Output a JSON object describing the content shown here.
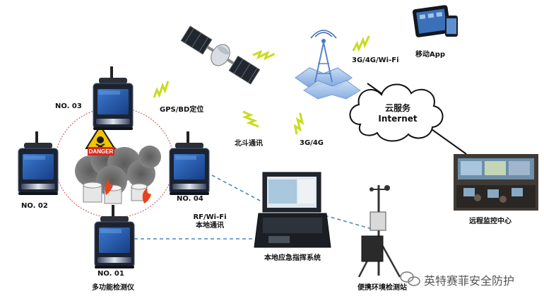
{
  "labels": {
    "gps": "GPS/BD定位",
    "mobile_net": "3G/4G/Wi-Fi",
    "mobile_app": "移动App",
    "cloud_line1": "云服务",
    "cloud_line2": "Internet",
    "beidou": "北斗通讯",
    "net_4g": "3G/4G",
    "remote": "远程监控中心",
    "rf_line1": "RF/Wi-Fi",
    "rf_line2": "本地通讯",
    "command": "本地应急指挥系统",
    "station": "便携环境检测站",
    "detector": "多功能检测仪",
    "danger": "DANGER"
  },
  "devices": {
    "n1": "NO. 01",
    "n2": "NO. 02",
    "n3": "NO. 03",
    "n4": "NO. 04"
  },
  "watermark": "英特赛菲安全防护",
  "colors": {
    "wifi_zigzag": "#c8dc1e",
    "dashed_link": "#4a86c4",
    "tower": "#8fb8ea",
    "detector_body": "#1c2330",
    "detector_screen": "#2e66b8",
    "danger_yellow": "#f5c400",
    "danger_red": "#d62a1e"
  }
}
